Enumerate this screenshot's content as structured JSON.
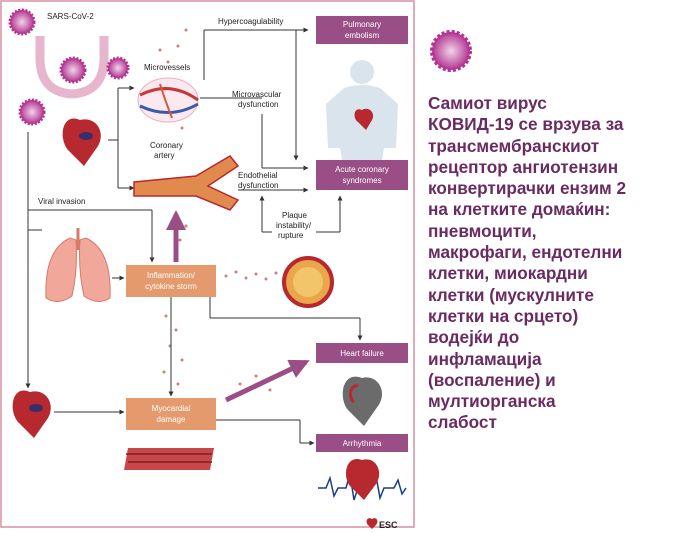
{
  "diagram": {
    "labels": {
      "virus": "SARS-CoV-2",
      "hypercoagulability": "Hypercoagulability",
      "microvessels": "Microvessels",
      "microvascular_1": "Microvascular",
      "microvascular_2": "dysfunction",
      "coronary_1": "Coronary",
      "coronary_2": "artery",
      "endothelial_1": "Endothelial",
      "endothelial_2": "dysfunction",
      "viral_invasion": "Viral invasion",
      "plaque_1": "Plaque",
      "plaque_2": "instability/",
      "plaque_3": "rupture"
    },
    "boxes": {
      "pulmonary_1": "Pulmonary",
      "pulmonary_2": "embolism",
      "acs_1": "Acute coronary",
      "acs_2": "syndromes",
      "inflammation_1": "Inflammation/",
      "inflammation_2": "cytokine storm",
      "heart_failure": "Heart failure",
      "myocardial_1": "Myocardial",
      "myocardial_2": "damage",
      "arrhythmia": "Arrhythmia"
    },
    "logo": "ESC"
  },
  "side_text": {
    "lines": [
      "Самиот вирус",
      "КОВИД-19 се врзува за",
      "трансмембранскиот",
      "рецептор ангиотензин",
      "конвертирачки ензим 2",
      "на клетките домаќин:",
      "пневмоцити,",
      "макрофаги, ендотелни",
      "клетки, миокардни",
      "клетки (мускулните",
      "клетки на срцето)",
      "водејќи до",
      "инфламација",
      "(воспаление) и",
      "мултиорганска",
      "слабост"
    ]
  },
  "colors": {
    "box_fill": "#9a4e86",
    "orange_box": "#e59a6e",
    "frame": "#d98fa1",
    "virus": "#b3338f",
    "text_purple": "#6a2a62",
    "heart_red": "#b8282f"
  }
}
